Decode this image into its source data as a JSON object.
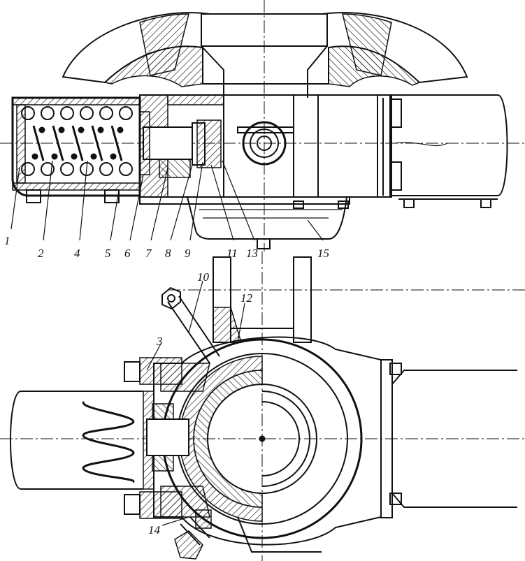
{
  "figure": {
    "callouts": [
      {
        "id": "c1",
        "text": "1"
      },
      {
        "id": "c2",
        "text": "2"
      },
      {
        "id": "c4",
        "text": "4"
      },
      {
        "id": "c5",
        "text": "5"
      },
      {
        "id": "c6",
        "text": "6"
      },
      {
        "id": "c7",
        "text": "7"
      },
      {
        "id": "c8",
        "text": "8"
      },
      {
        "id": "c9",
        "text": "9"
      },
      {
        "id": "c11",
        "text": "11"
      },
      {
        "id": "c13",
        "text": "13"
      },
      {
        "id": "c15",
        "text": "15"
      },
      {
        "id": "c10",
        "text": "10"
      },
      {
        "id": "c12",
        "text": "12"
      },
      {
        "id": "c3",
        "text": "3"
      },
      {
        "id": "c14",
        "text": "14"
      }
    ]
  }
}
